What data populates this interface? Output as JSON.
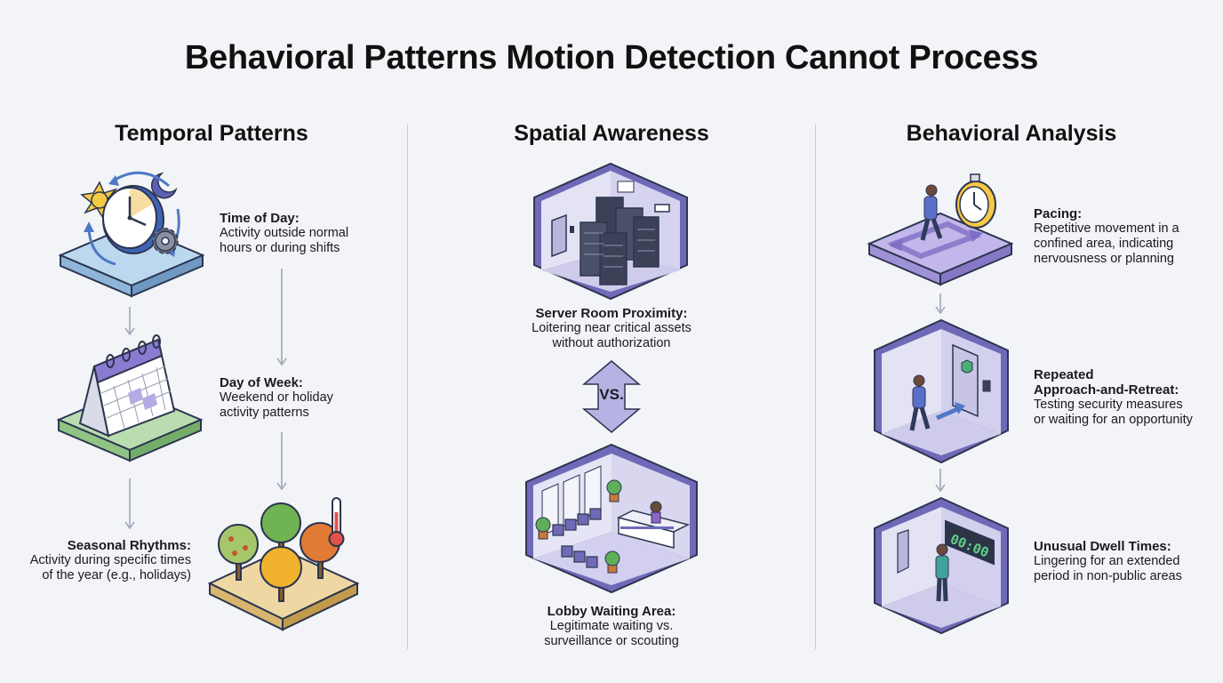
{
  "title": "Behavioral Patterns Motion Detection Cannot Process",
  "columns": {
    "temporal": {
      "heading": "Temporal Patterns",
      "items": [
        {
          "label": "Time of Day:",
          "desc1": "Activity outside normal",
          "desc2": "hours or during shifts"
        },
        {
          "label": "Day of Week:",
          "desc1": "Weekend or holiday",
          "desc2": "activity patterns"
        },
        {
          "label": "Seasonal Rhythms:",
          "desc1": "Activity during specific times",
          "desc2": "of the year (e.g., holidays)"
        }
      ]
    },
    "spatial": {
      "heading": "Spatial Awareness",
      "vs": "VS.",
      "items": [
        {
          "label": "Server Room Proximity:",
          "desc1": "Loitering near critical assets",
          "desc2": "without authorization"
        },
        {
          "label": "Lobby Waiting Area:",
          "desc1": "Legitimate waiting vs.",
          "desc2": "surveillance or scouting"
        }
      ]
    },
    "behavioral": {
      "heading": "Behavioral Analysis",
      "items": [
        {
          "label": "Pacing:",
          "desc1": "Repetitive movement in a",
          "desc2": "confined area, indicating",
          "desc3": "nervousness or planning"
        },
        {
          "label1": "Repeated",
          "label2": "Approach-and-Retreat:",
          "desc1": "Testing security measures",
          "desc2": "or waiting for an opportunity"
        },
        {
          "label": "Unusual Dwell Times:",
          "desc1": "Lingering for an extended",
          "desc2": "period in non-public areas"
        }
      ],
      "timer_display": "00:00"
    }
  },
  "colors": {
    "accent_purple": "#7f6fc4",
    "platform_blue": "#bcd8ef",
    "platform_green": "#b9dcb0",
    "platform_sand": "#efd7a3",
    "platform_violet": "#c2b6ea",
    "room_wall": "#6f6ab8",
    "arrow_gray": "#9aa0b4"
  }
}
